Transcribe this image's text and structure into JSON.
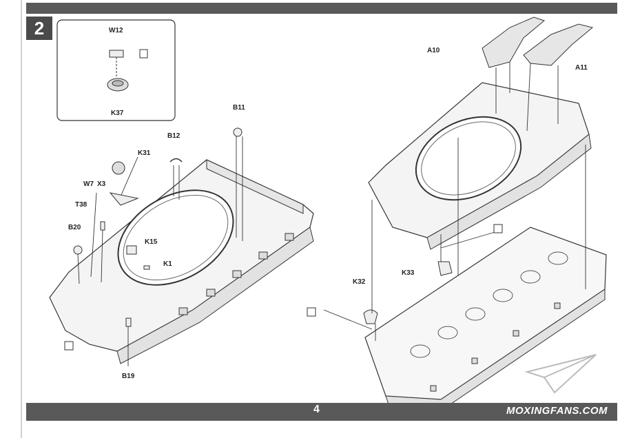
{
  "step": {
    "number": "2"
  },
  "inset_labels": {
    "w12": "W12",
    "k37": "K37"
  },
  "left_labels": {
    "b11": "B11",
    "b12": "B12",
    "k31": "K31",
    "w7": "W7",
    "x3": "X3",
    "t38": "T38",
    "b20": "B20",
    "k15": "K15",
    "k1": "K1",
    "b19": "B19"
  },
  "right_labels": {
    "a10": "A10",
    "a11": "A11",
    "k32": "K32",
    "k33": "K33"
  },
  "footer": {
    "page_number": "4",
    "watermark": "MOXINGFANS.COM"
  },
  "colors": {
    "bar": "#595959",
    "line": "#333333",
    "fill": "#f4f4f4"
  }
}
